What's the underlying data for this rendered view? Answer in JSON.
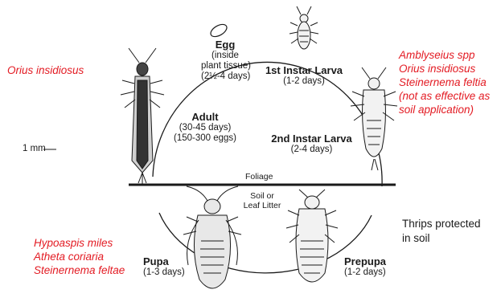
{
  "stages": {
    "egg": {
      "title": "Egg",
      "lines": [
        "(inside",
        "plant tissue)",
        "(2½-4 days)"
      ]
    },
    "larva1": {
      "title": "1st Instar Larva",
      "duration": "(1-2 days)"
    },
    "larva2": {
      "title": "2nd Instar Larva",
      "duration": "(2-4 days)"
    },
    "adult": {
      "title": "Adult",
      "duration": "(30-45 days)",
      "eggs": "(150-300 eggs)"
    },
    "prepupa": {
      "title": "Prepupa",
      "duration": "(1-2 days)"
    },
    "pupa": {
      "title": "Pupa",
      "duration": "(1-3 days)"
    }
  },
  "zones": {
    "foliage": "Foliage",
    "soil": [
      "Soil or",
      "Leaf Litter"
    ]
  },
  "scale_label": "1 mm",
  "predators": {
    "adult": [
      "Orius insidiosus"
    ],
    "larva": [
      "Amblyseius spp",
      "Orius insidiosus",
      "Steinernema feltia",
      "(not as effective as",
      "soil application)"
    ],
    "pupa": [
      "Hypoaspis miles",
      "Atheta coriaria",
      "Steinernema feltae"
    ]
  },
  "soil_note": [
    "Thrips protected",
    "in soil"
  ],
  "colors": {
    "predator_text": "#e31b23",
    "line": "#1a1a1a"
  }
}
